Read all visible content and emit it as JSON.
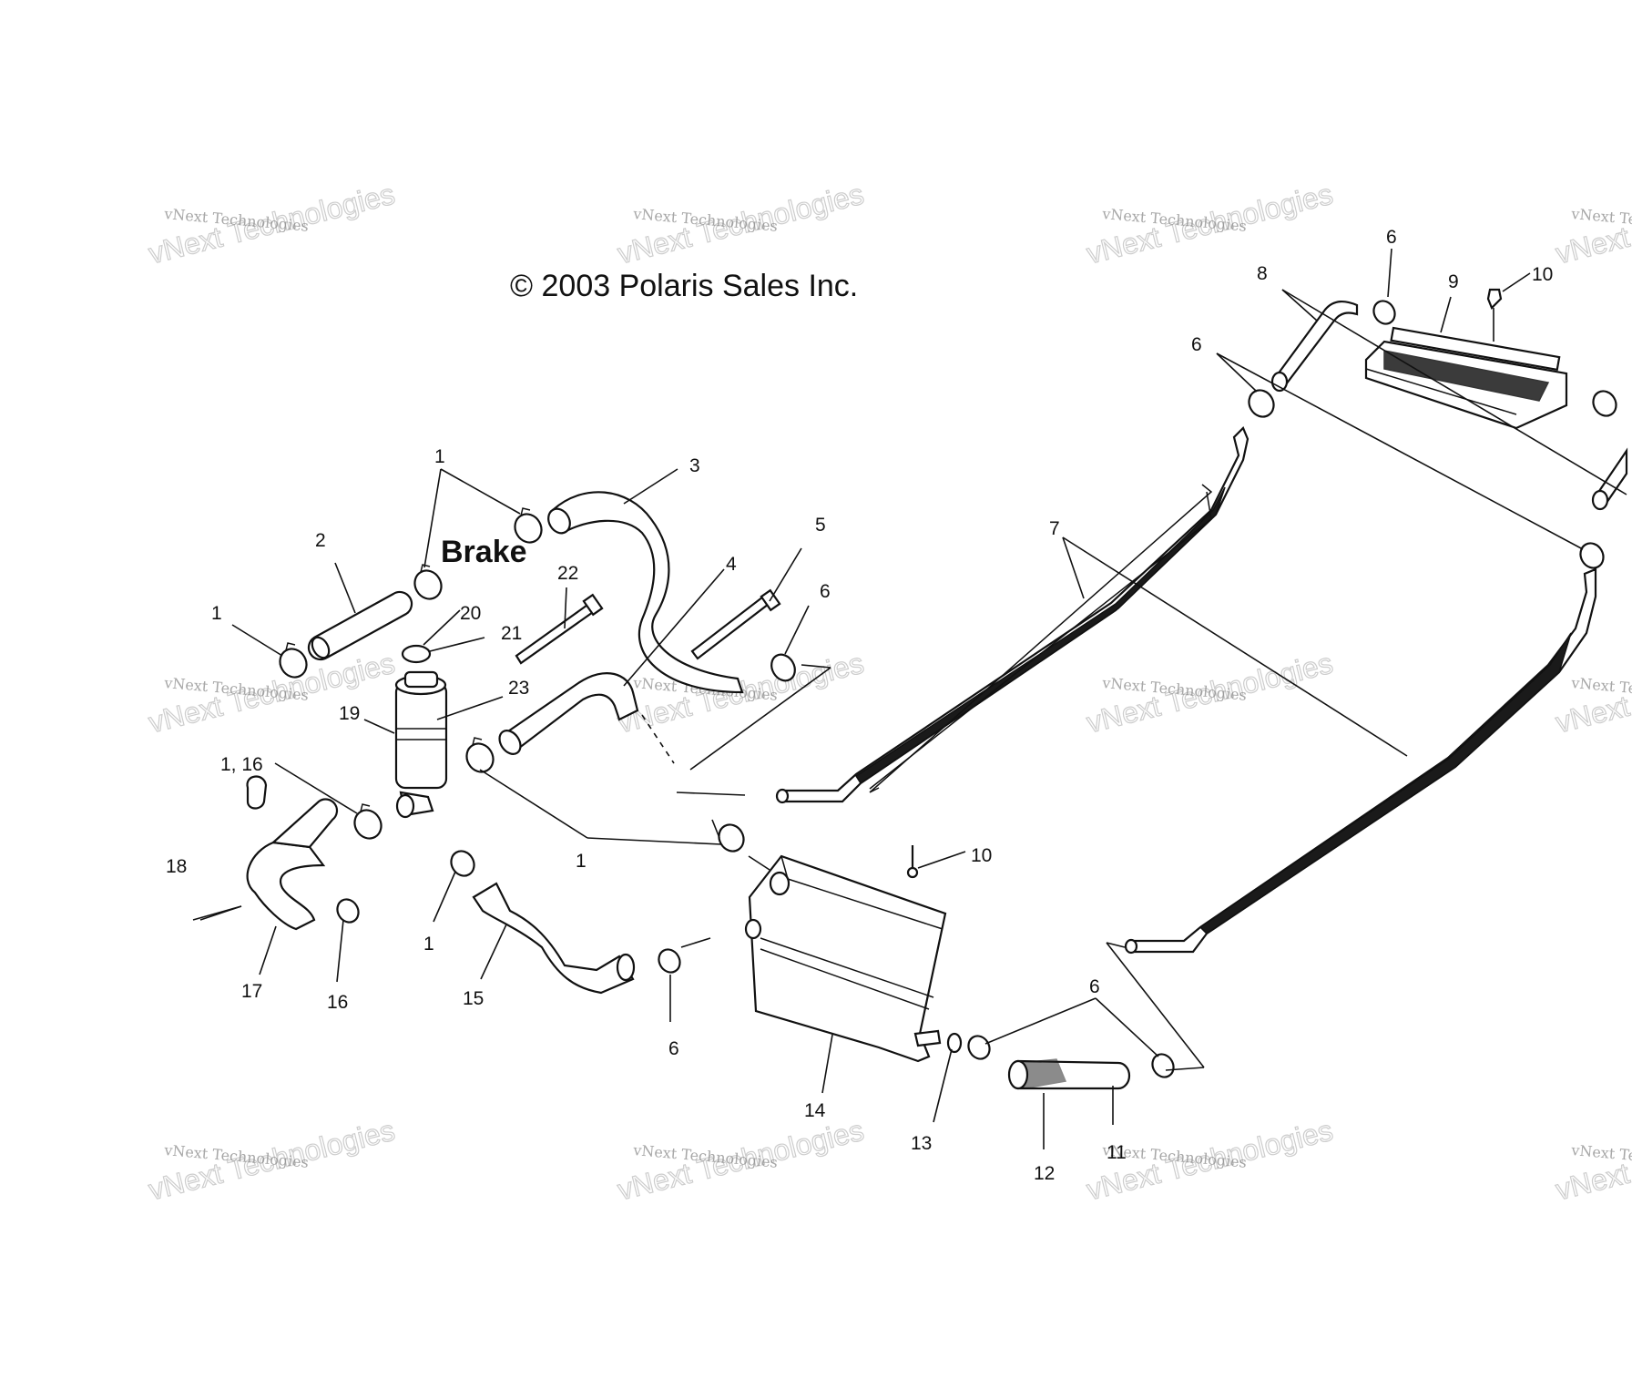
{
  "copyright": "© 2003 Polaris Sales Inc.",
  "brake_label": "Brake",
  "watermark": {
    "line1": "vNext Technologies",
    "line2": "vNext Technologies"
  },
  "callouts": {
    "c1a": "1",
    "c1b": "1",
    "c1c": "1",
    "c1d": "1",
    "c1_16": "1,  16",
    "c2": "2",
    "c3": "3",
    "c4": "4",
    "c5": "5",
    "c6a": "6",
    "c6b": "6",
    "c6c": "6",
    "c6d": "6",
    "c6e": "6",
    "c7": "7",
    "c8": "8",
    "c9": "9",
    "c10a": "10",
    "c10b": "10",
    "c11": "11",
    "c12": "12",
    "c13": "13",
    "c14": "14",
    "c15": "15",
    "c16": "16",
    "c17": "17",
    "c18": "18",
    "c19": "19",
    "c20": "20",
    "c21": "21",
    "c22": "22",
    "c23": "23"
  }
}
